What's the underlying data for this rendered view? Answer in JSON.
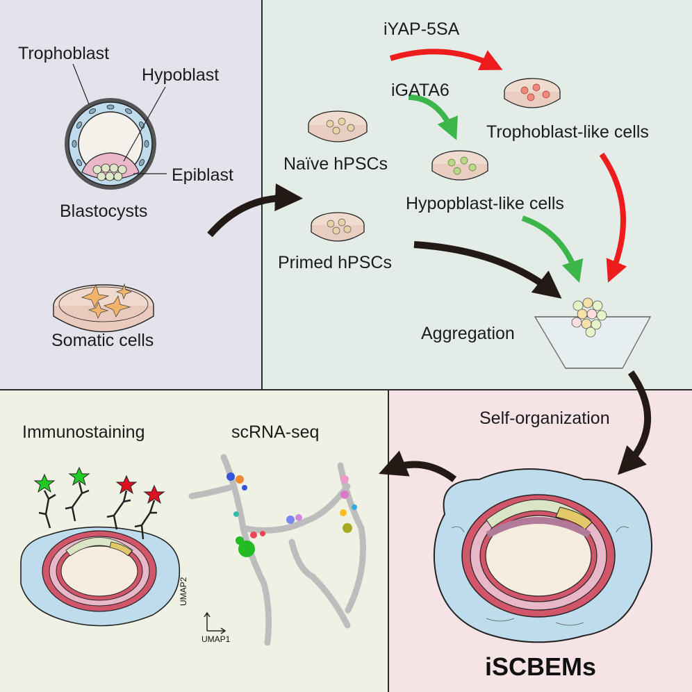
{
  "labels": {
    "trophoblast": "Trophoblast",
    "hypoblast": "Hypoblast",
    "epiblast": "Epiblast",
    "blastocysts": "Blastocysts",
    "somatic_cells": "Somatic cells",
    "iyap": "iYAP-5SA",
    "igata6": "iGATA6",
    "naive_hpscs": "Naïve hPSCs",
    "primed_hpscs": "Primed hPSCs",
    "trophoblast_like": "Trophoblast-like cells",
    "hypoblast_like": "Hypopblast-like cells",
    "aggregation": "Aggregation",
    "self_organization": "Self-organization",
    "immunostaining": "Immunostaining",
    "scrna_seq": "scRNA-seq",
    "umap1": "UMAP1",
    "umap2": "UMAP2",
    "iscbems": "iSCBEMs"
  },
  "colors": {
    "panel_top_left": "#e4e2eb",
    "panel_top_right": "#e4ece8",
    "panel_bottom_left": "#eef1e3",
    "panel_bottom_right": "#f5e3e5",
    "arrow_black": "#231a16",
    "arrow_red": "#ee1c1c",
    "arrow_green": "#3cb54a",
    "trophoblast_blue": "#bfdcec",
    "hypoblast_pink": "#e8b8c8",
    "epiblast_green": "#dfe7c8",
    "fluor_green": "#22cc22",
    "fluor_red": "#dd1122"
  }
}
